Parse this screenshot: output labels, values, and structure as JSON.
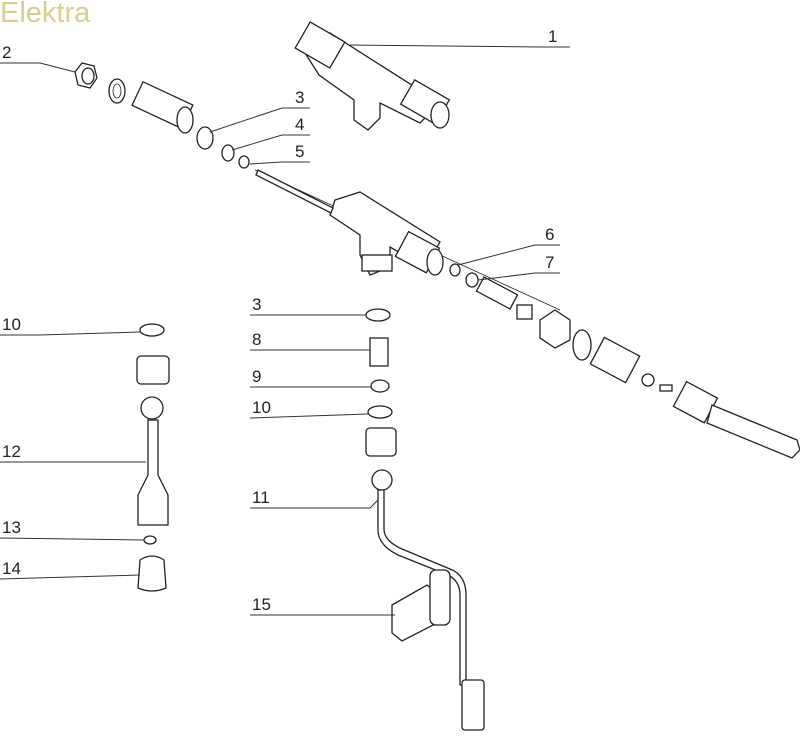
{
  "title": "Elektra",
  "labels": [
    "1",
    "2",
    "3",
    "4",
    "5",
    "6",
    "7",
    "10",
    "3",
    "8",
    "9",
    "10",
    "12",
    "13",
    "14",
    "11",
    "15"
  ]
}
